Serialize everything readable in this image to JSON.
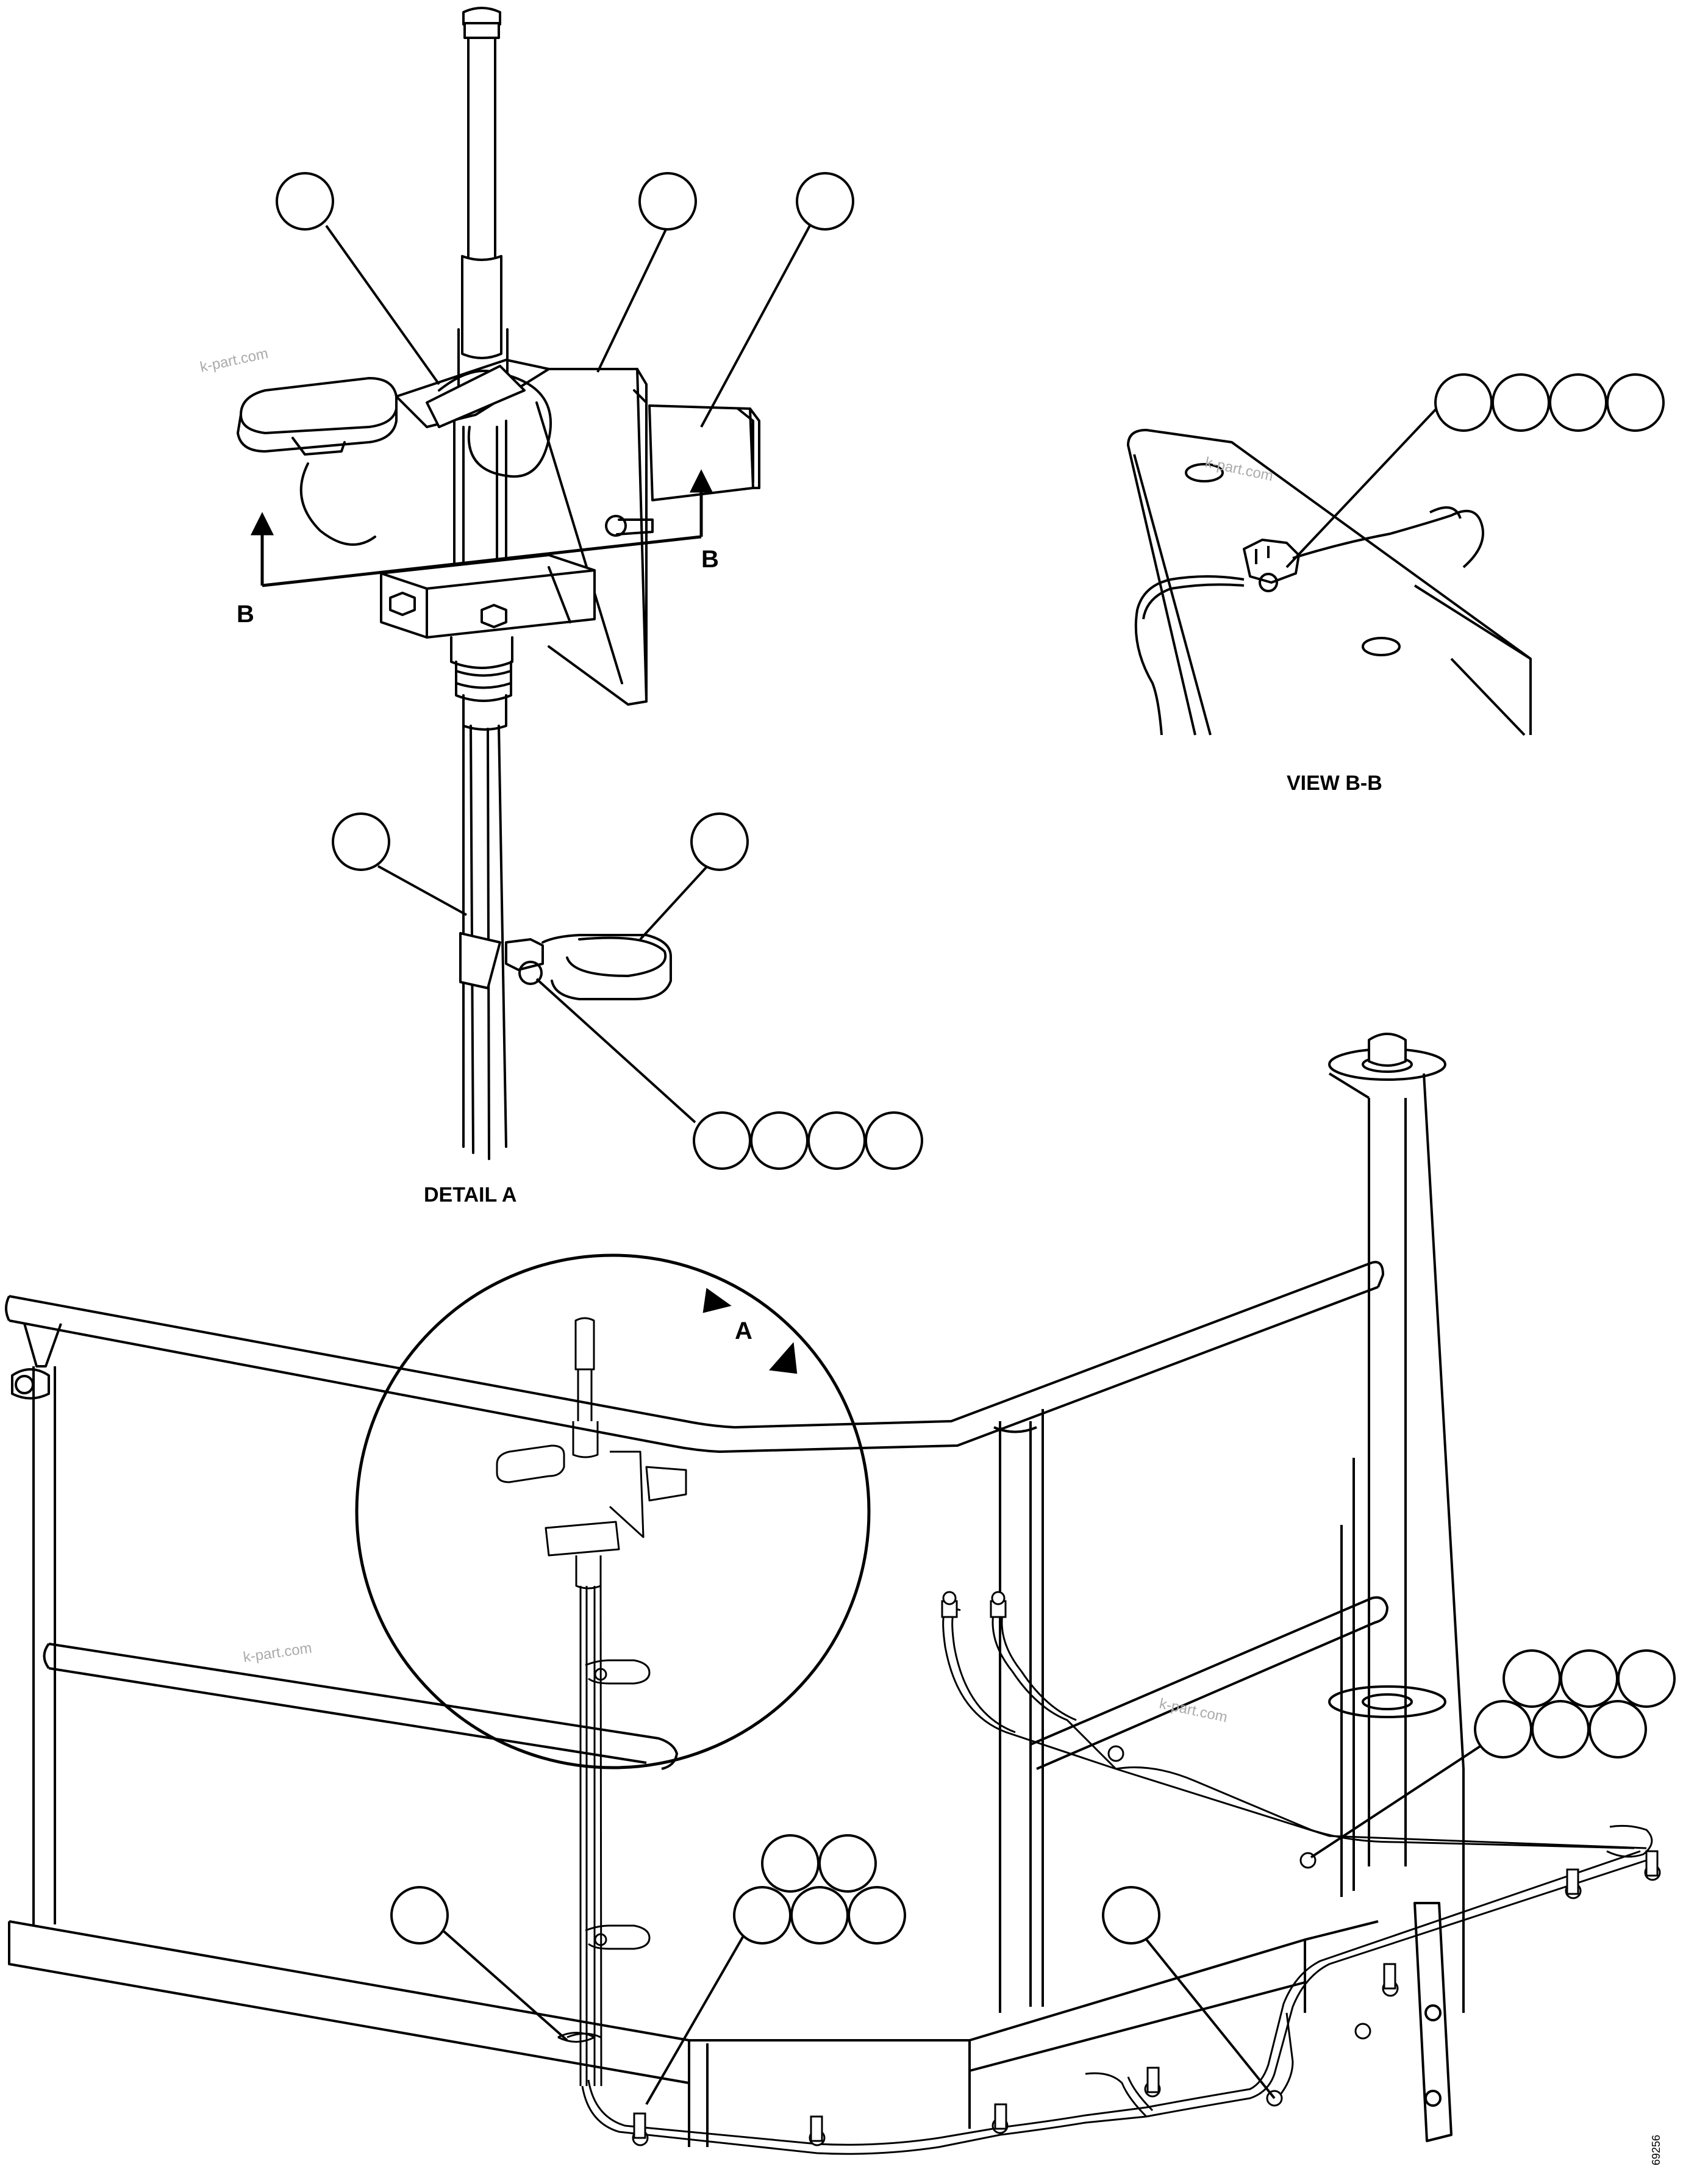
{
  "labels": {
    "detail_a": "DETAIL A",
    "view_bb": "VIEW B-B",
    "section_b_left": "B",
    "section_b_right": "B",
    "detail_callout_a": "A",
    "drawing_number": "69256"
  },
  "watermarks": [
    "k-part.com",
    "k-part.com",
    "k-part.com",
    "k-part.com"
  ],
  "colors": {
    "line": "#000000",
    "watermark": "#aaaaaa",
    "background": "#ffffff"
  }
}
